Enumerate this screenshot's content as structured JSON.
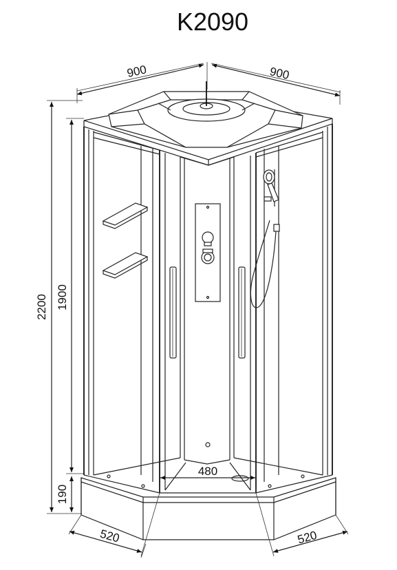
{
  "title": "K2090",
  "dimensions": {
    "top_left_width": "900",
    "top_right_width": "900",
    "total_height": "2200",
    "wall_height": "1900",
    "tray_height": "190",
    "tray_inner_width": "480",
    "bottom_left_depth": "520",
    "bottom_right_depth": "520"
  }
}
